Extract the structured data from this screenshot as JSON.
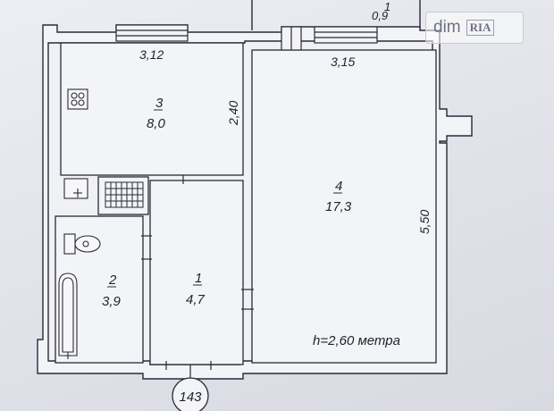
{
  "plan": {
    "rooms": [
      {
        "id": "1",
        "number": "1",
        "area": "4,7"
      },
      {
        "id": "2",
        "number": "2",
        "area": "3,9"
      },
      {
        "id": "3",
        "number": "3",
        "area": "8,0"
      },
      {
        "id": "4",
        "number": "4",
        "area": "17,3"
      },
      {
        "id": "balcony",
        "number": "1",
        "area": "0,9"
      }
    ],
    "dimensions": {
      "kitchen_width": "3,12",
      "kitchen_depth": "2,40",
      "living_width": "3,15",
      "living_depth": "5,50"
    },
    "ceiling_height": "h=2,60 метра",
    "apartment_number": "143"
  },
  "watermark": {
    "dim": "dim",
    "ria": "RIA"
  },
  "colors": {
    "line": "#2a2a36",
    "wall_fill": "#f3f4f7",
    "background": "#e3e4ea"
  },
  "icons": [
    "stove-icon",
    "sink-icon",
    "toilet-icon",
    "bathtub-icon"
  ]
}
